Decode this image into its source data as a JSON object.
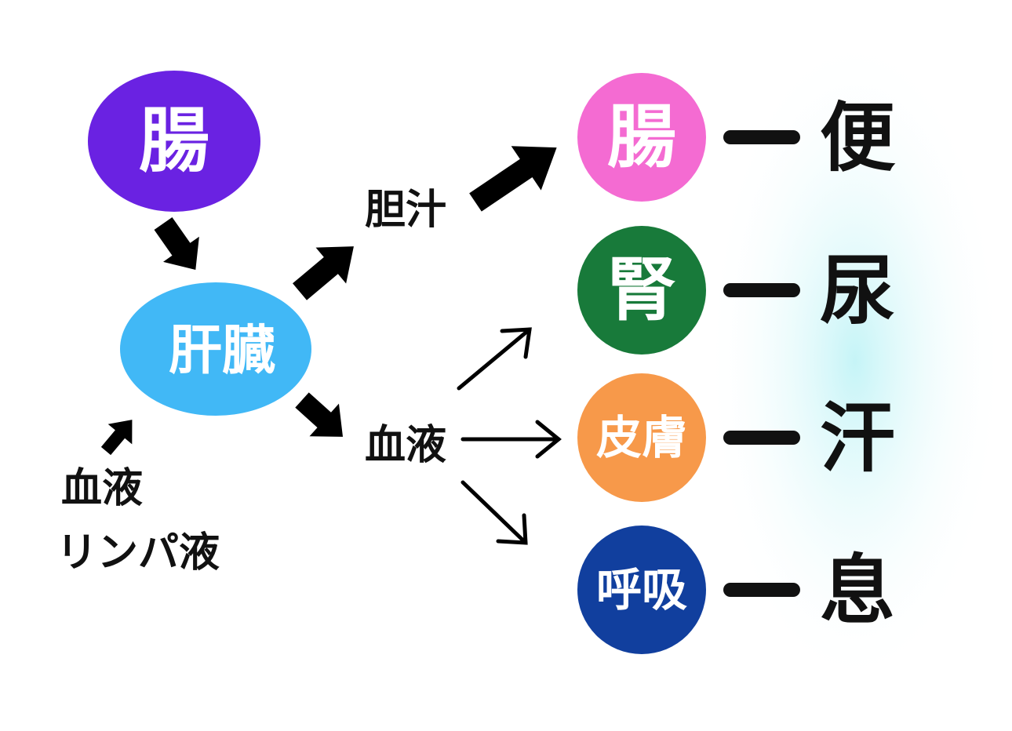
{
  "title_nodes": {
    "intestine_source": "腸",
    "liver": "肝臓"
  },
  "inputs": {
    "blood": "血液",
    "lymph": "リンパ液"
  },
  "intermediates": {
    "bile": "胆汁",
    "blood": "血液"
  },
  "organs": [
    {
      "label": "腸",
      "output": "便",
      "color": "#f46bd2"
    },
    {
      "label": "腎",
      "output": "尿",
      "color": "#187a3a"
    },
    {
      "label": "皮膚",
      "output": "汗",
      "color": "#f7994a"
    },
    {
      "label": "呼吸",
      "output": "息",
      "color": "#113f9e"
    }
  ],
  "colors": {
    "intestine_source": "#6a22e2",
    "liver": "#41b8f6",
    "arrow": "#000000",
    "glow": "#bff3f6"
  }
}
